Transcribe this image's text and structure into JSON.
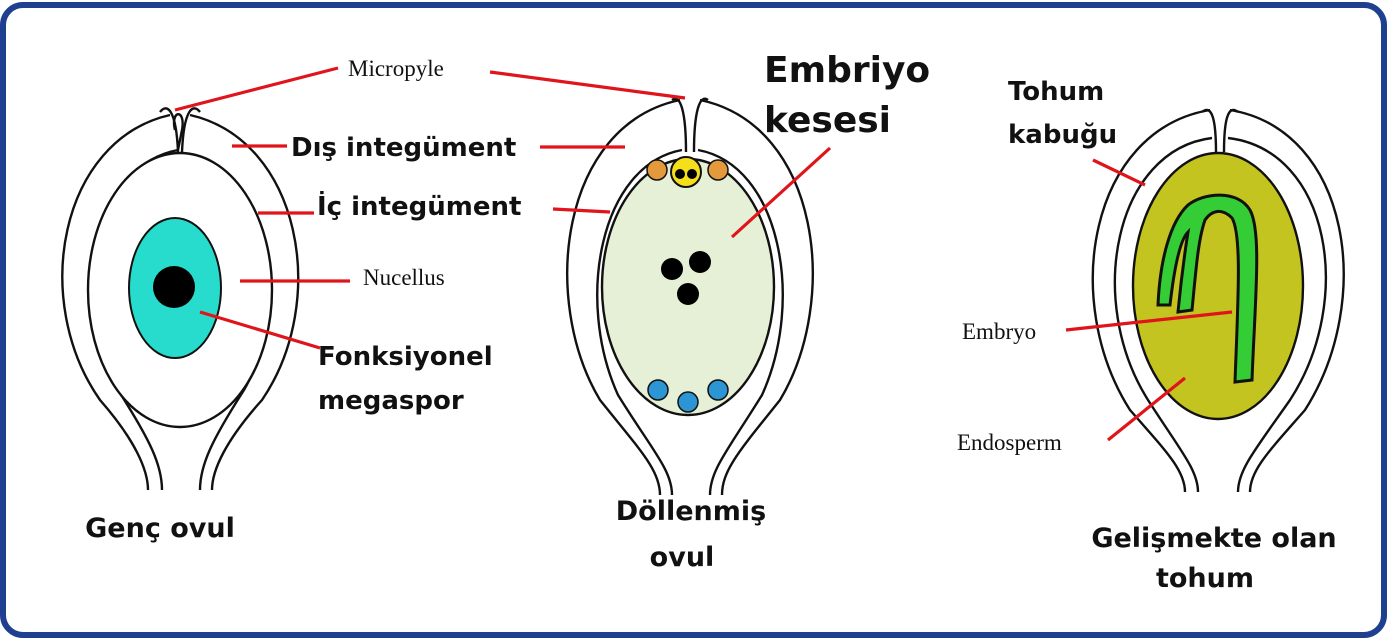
{
  "colors": {
    "border": "#1f3f8f",
    "leader": "#e0141b",
    "outline": "#111111",
    "nucellus_fill": "#27dccc",
    "sac_fill": "#e5f0d6",
    "endosperm_fill": "#c4c421",
    "embryo_fill": "#34cd35",
    "synergid_fill": "#e49a3a",
    "egg_fill": "#f5de1a",
    "antipodal_fill": "#2c95d3",
    "nucleus_fill": "#000000"
  },
  "labels": {
    "micropyle": "Micropyle",
    "outer_integument": "Dış integüment",
    "inner_integument": "İç integüment",
    "nucellus": "Nucellus",
    "functional_megaspore_line1": "Fonksiyonel",
    "functional_megaspore_line2": "megaspor",
    "embryo_sac_line1": "Embriyo",
    "embryo_sac_line2": "kesesi",
    "seed_coat_line1": "Tohum",
    "seed_coat_line2": "kabuğu",
    "embryo": "Embryo",
    "endosperm": "Endosperm"
  },
  "captions": {
    "young_ovule": "Genç ovul",
    "fertilized_ovule_line1": "Döllenmiş",
    "fertilized_ovule_line2": "ovul",
    "developing_seed_line1": "Gelişmekte olan",
    "developing_seed_line2": "tohum"
  }
}
